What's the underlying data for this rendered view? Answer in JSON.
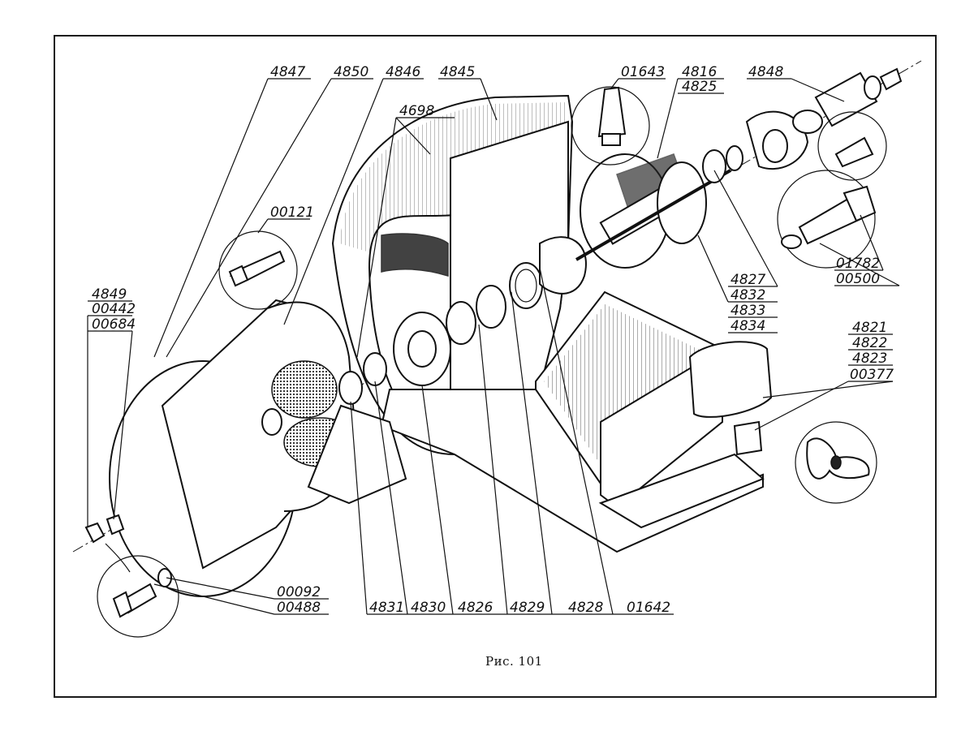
{
  "figure": {
    "caption": "Рис. 101"
  },
  "callouts": [
    {
      "id": "c4847",
      "texts": [
        "4847"
      ]
    },
    {
      "id": "c4850",
      "texts": [
        "4850"
      ]
    },
    {
      "id": "c4846",
      "texts": [
        "4846"
      ]
    },
    {
      "id": "c4845",
      "texts": [
        "4845"
      ]
    },
    {
      "id": "c4698",
      "texts": [
        "4698"
      ]
    },
    {
      "id": "c00121",
      "texts": [
        "00121"
      ]
    },
    {
      "id": "c01643",
      "texts": [
        "01643"
      ]
    },
    {
      "id": "c4816",
      "texts": [
        "4816",
        "4825"
      ]
    },
    {
      "id": "c4848",
      "texts": [
        "4848"
      ]
    },
    {
      "id": "c4849",
      "texts": [
        "4849",
        "00442",
        "00684"
      ]
    },
    {
      "id": "c01782",
      "texts": [
        "01782",
        "00500"
      ]
    },
    {
      "id": "c4827",
      "texts": [
        "4827",
        "4832",
        "4833",
        "4834"
      ]
    },
    {
      "id": "c4821",
      "texts": [
        "4821",
        "4822",
        "4823",
        "00377"
      ]
    },
    {
      "id": "c00092",
      "texts": [
        "00092",
        "00488"
      ]
    },
    {
      "id": "c4831",
      "texts": [
        "4831"
      ]
    },
    {
      "id": "c4830",
      "texts": [
        "4830"
      ]
    },
    {
      "id": "c4826",
      "texts": [
        "4826"
      ]
    },
    {
      "id": "c4829",
      "texts": [
        "4829"
      ]
    },
    {
      "id": "c4828",
      "texts": [
        "4828"
      ]
    },
    {
      "id": "c01642",
      "texts": [
        "01642"
      ]
    }
  ]
}
